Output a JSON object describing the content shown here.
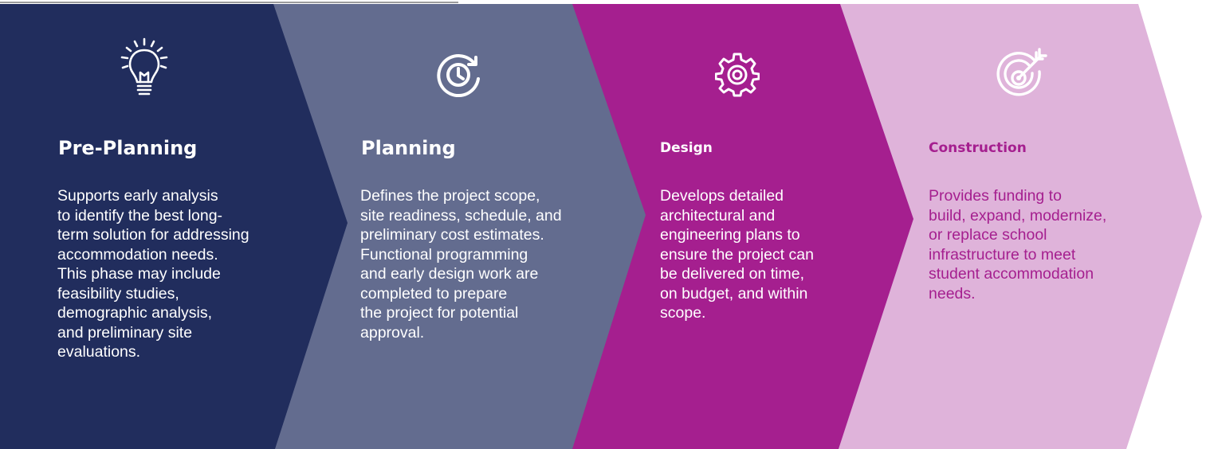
{
  "colors": {
    "pre_planning": "#212d5d",
    "planning": "#636c8f",
    "design": "#a51f8f",
    "construction": "#dfb3da"
  },
  "stages": [
    {
      "title": "Pre-Planning",
      "icon": "lightbulb-icon",
      "description": "Supports early analysis\nto identify the best long-\nterm solution for addressing\naccommodation needs.\nThis phase may include\nfeasibility studies,\ndemographic analysis,\nand preliminary site\nevaluations."
    },
    {
      "title": "Planning",
      "icon": "clock-cycle-icon",
      "description": "Defines the project scope,\nsite readiness, schedule, and\npreliminary cost estimates.\nFunctional programming\nand early design work are\ncompleted to prepare\nthe project for potential\napproval."
    },
    {
      "title": "Design",
      "icon": "gear-icon",
      "description": "Develops detailed\narchitectural and\nengineering plans to\nensure the project can\nbe delivered on time,\non budget, and within\nscope."
    },
    {
      "title": "Construction",
      "icon": "target-icon",
      "description": "Provides funding to\nbuild, expand, modernize,\nor replace school\ninfrastructure to meet\nstudent accommodation\nneeds."
    }
  ]
}
